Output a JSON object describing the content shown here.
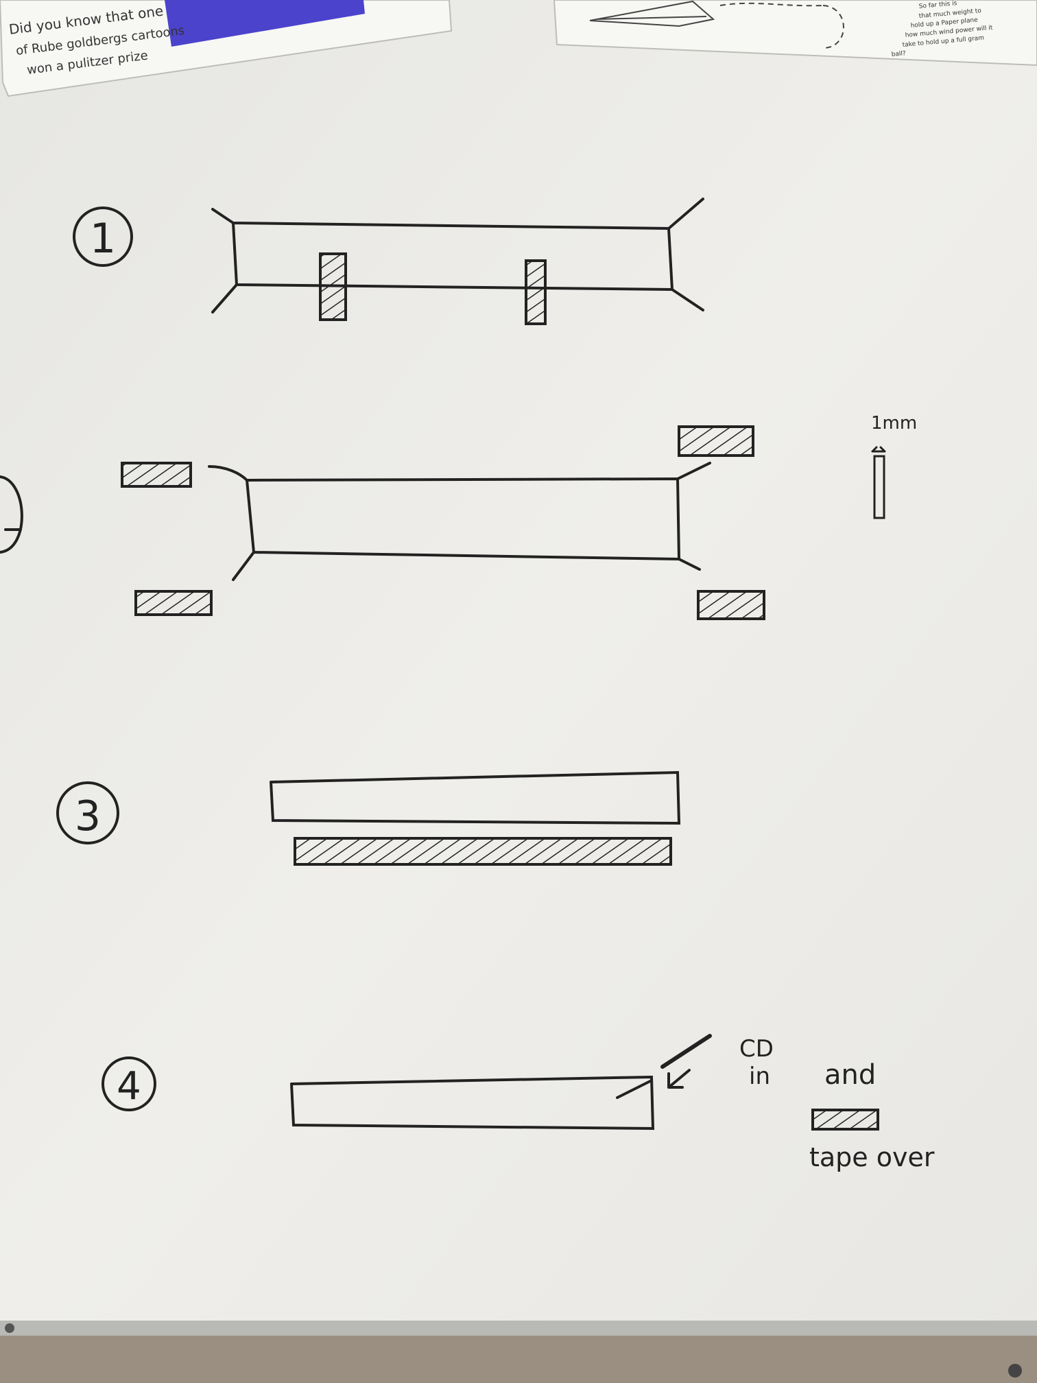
{
  "notes": {
    "left_card": {
      "lines": [
        "Did you know that one",
        "of Rube goldbergs cartoons",
        "won a pulitzer prize"
      ],
      "accent_color": "#4b43cc"
    },
    "right_card": {
      "lines": [
        "So far this is",
        "that much weight to",
        "hold up a Paper plane",
        "how much wind power will it",
        "take to hold up a full gram",
        "ball?"
      ]
    }
  },
  "board": {
    "background_color": "#ecebe7",
    "ink_color": "#222222"
  },
  "steps": {
    "step1": {
      "label": "1"
    },
    "step2": {
      "measure_label": "1mm"
    },
    "step3": {
      "label": "3"
    },
    "step4": {
      "label": "4",
      "cd_label": "CD",
      "in_label": "in",
      "and_label": "and",
      "tape_over_label": "tape over"
    }
  }
}
